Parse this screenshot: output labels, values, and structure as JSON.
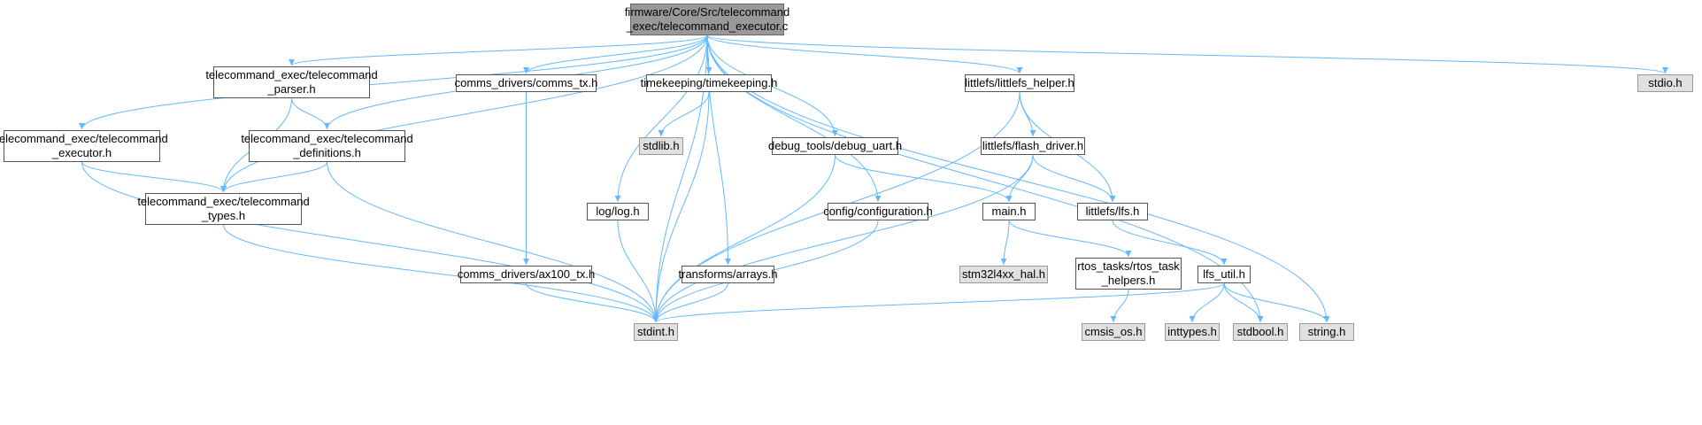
{
  "graph": {
    "colors": {
      "edge": "#63b8ff",
      "node_border": "#555555",
      "system_fill": "#e0e0e0",
      "root_fill": "#999999"
    },
    "nodes": [
      {
        "id": "root",
        "label": "firmware/Core/Src/telecommand\n_exec/telecommand_executor.c",
        "kind": "root"
      },
      {
        "id": "tc_exec_h",
        "label": "telecommand_exec/telecommand\n_executor.h",
        "kind": "local"
      },
      {
        "id": "tc_parser_h",
        "label": "telecommand_exec/telecommand\n_parser.h",
        "kind": "local"
      },
      {
        "id": "tc_defs_h",
        "label": "telecommand_exec/telecommand\n_definitions.h",
        "kind": "local"
      },
      {
        "id": "tc_types_h",
        "label": "telecommand_exec/telecommand\n_types.h",
        "kind": "local"
      },
      {
        "id": "comms_tx_h",
        "label": "comms_drivers/comms_tx.h",
        "kind": "local"
      },
      {
        "id": "ax100_h",
        "label": "comms_drivers/ax100_tx.h",
        "kind": "local"
      },
      {
        "id": "log_h",
        "label": "log/log.h",
        "kind": "local"
      },
      {
        "id": "timekeeping_h",
        "label": "timekeeping/timekeeping.h",
        "kind": "local"
      },
      {
        "id": "stdlib_h",
        "label": "stdlib.h",
        "kind": "system"
      },
      {
        "id": "arrays_h",
        "label": "transforms/arrays.h",
        "kind": "local"
      },
      {
        "id": "debug_uart_h",
        "label": "debug_tools/debug_uart.h",
        "kind": "local"
      },
      {
        "id": "config_h",
        "label": "config/configuration.h",
        "kind": "local"
      },
      {
        "id": "lfs_helper_h",
        "label": "littlefs/littlefs_helper.h",
        "kind": "local"
      },
      {
        "id": "flash_drv_h",
        "label": "littlefs/flash_driver.h",
        "kind": "local"
      },
      {
        "id": "main_h",
        "label": "main.h",
        "kind": "local"
      },
      {
        "id": "lfs_h",
        "label": "littlefs/lfs.h",
        "kind": "local"
      },
      {
        "id": "stm32_h",
        "label": "stm32l4xx_hal.h",
        "kind": "system"
      },
      {
        "id": "rtos_h",
        "label": "rtos_tasks/rtos_task\n_helpers.h",
        "kind": "local"
      },
      {
        "id": "lfs_util_h",
        "label": "lfs_util.h",
        "kind": "local"
      },
      {
        "id": "cmsis_h",
        "label": "cmsis_os.h",
        "kind": "system"
      },
      {
        "id": "inttypes_h",
        "label": "inttypes.h",
        "kind": "system"
      },
      {
        "id": "stdbool_h",
        "label": "stdbool.h",
        "kind": "system"
      },
      {
        "id": "string_h",
        "label": "string.h",
        "kind": "system"
      },
      {
        "id": "stdio_h",
        "label": "stdio.h",
        "kind": "system"
      },
      {
        "id": "stdint_h",
        "label": "stdint.h",
        "kind": "system"
      }
    ],
    "edges": [
      [
        "root",
        "tc_exec_h"
      ],
      [
        "root",
        "tc_parser_h"
      ],
      [
        "root",
        "tc_defs_h"
      ],
      [
        "root",
        "tc_types_h"
      ],
      [
        "root",
        "stdint_h"
      ],
      [
        "root",
        "comms_tx_h"
      ],
      [
        "root",
        "log_h"
      ],
      [
        "root",
        "timekeeping_h"
      ],
      [
        "root",
        "arrays_h"
      ],
      [
        "root",
        "debug_uart_h"
      ],
      [
        "root",
        "config_h"
      ],
      [
        "root",
        "lfs_helper_h"
      ],
      [
        "root",
        "stdbool_h"
      ],
      [
        "root",
        "string_h"
      ],
      [
        "root",
        "stdio_h"
      ],
      [
        "tc_exec_h",
        "tc_types_h"
      ],
      [
        "tc_exec_h",
        "stdint_h"
      ],
      [
        "tc_parser_h",
        "tc_defs_h"
      ],
      [
        "tc_parser_h",
        "tc_types_h"
      ],
      [
        "tc_defs_h",
        "tc_types_h"
      ],
      [
        "tc_defs_h",
        "stdint_h"
      ],
      [
        "tc_types_h",
        "stdint_h"
      ],
      [
        "comms_tx_h",
        "ax100_h"
      ],
      [
        "ax100_h",
        "stdint_h"
      ],
      [
        "log_h",
        "stdint_h"
      ],
      [
        "timekeeping_h",
        "stdlib_h"
      ],
      [
        "timekeeping_h",
        "stdint_h"
      ],
      [
        "arrays_h",
        "stdint_h"
      ],
      [
        "debug_uart_h",
        "main_h"
      ],
      [
        "debug_uart_h",
        "stdint_h"
      ],
      [
        "config_h",
        "stdint_h"
      ],
      [
        "lfs_helper_h",
        "flash_drv_h"
      ],
      [
        "lfs_helper_h",
        "lfs_h"
      ],
      [
        "lfs_helper_h",
        "stdint_h"
      ],
      [
        "flash_drv_h",
        "main_h"
      ],
      [
        "flash_drv_h",
        "lfs_h"
      ],
      [
        "flash_drv_h",
        "stdint_h"
      ],
      [
        "main_h",
        "stm32_h"
      ],
      [
        "main_h",
        "rtos_h"
      ],
      [
        "rtos_h",
        "cmsis_h"
      ],
      [
        "lfs_h",
        "lfs_util_h"
      ],
      [
        "lfs_util_h",
        "stdint_h"
      ],
      [
        "lfs_util_h",
        "inttypes_h"
      ],
      [
        "lfs_util_h",
        "stdbool_h"
      ],
      [
        "lfs_util_h",
        "string_h"
      ]
    ]
  }
}
